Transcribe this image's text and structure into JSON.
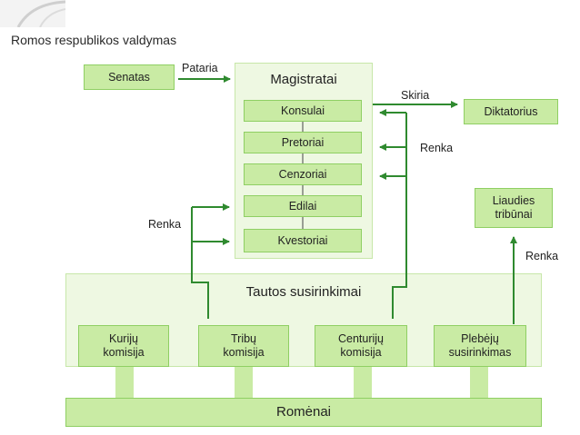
{
  "title": "Romos respublikos valdymas",
  "nodes": {
    "senatas": "Senatas",
    "magistratai": "Magistratai",
    "konsulai": "Konsulai",
    "pretoriai": "Pretoriai",
    "cenzoriai": "Cenzoriai",
    "edilai": "Edilai",
    "kvestoriai": "Kvestoriai",
    "diktatorius": "Diktatorius",
    "liaudies_tribunai_line1": "Liaudies",
    "liaudies_tribunai_line2": "tribūnai",
    "tautos_susirinkimai": "Tautos susirinkimai",
    "kuriju_line1": "Kurijų",
    "kuriju_line2": "komisija",
    "tribu_line1": "Tribų",
    "tribu_line2": "komisija",
    "centuriju_line1": "Centurijų",
    "centuriju_line2": "komisija",
    "plebeju_line1": "Plebėjų",
    "plebeju_line2": "susirinkimas",
    "romenai": "Romėnai"
  },
  "edges": {
    "pataria": "Pataria",
    "skiria": "Skiria",
    "renka_left": "Renka",
    "renka_centuriju": "Renka",
    "renka_plebeju": "Renka"
  },
  "colors": {
    "box_fill": "#c9eba4",
    "box_border": "#8fcf63",
    "panel_fill": "#eef8e2",
    "arrow": "#2f8a2f"
  }
}
